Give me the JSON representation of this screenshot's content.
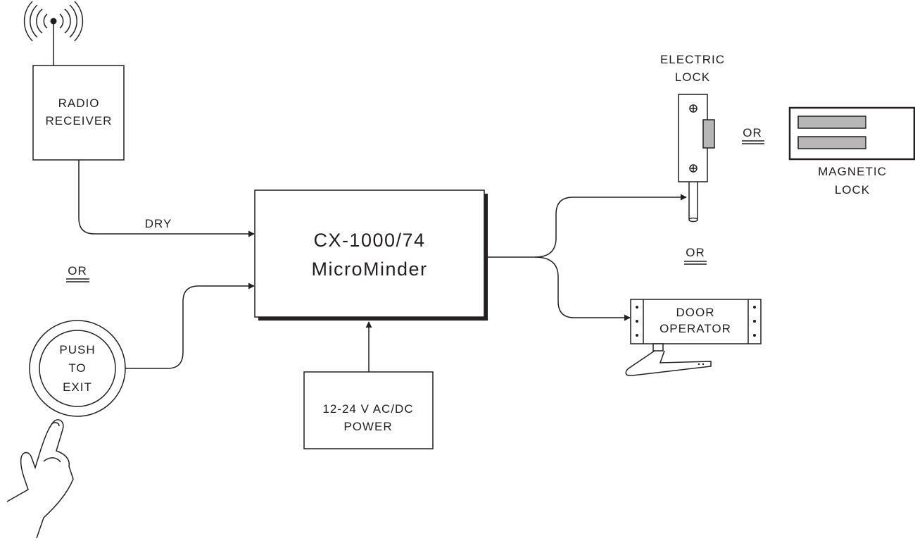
{
  "radio_receiver": {
    "line1": "RADIO",
    "line2": "RECEIVER"
  },
  "dry_label": "DRY",
  "or_left": "OR",
  "push_button": {
    "line1": "PUSH",
    "line2": "TO",
    "line3": "EXIT"
  },
  "controller": {
    "line1": "CX-1000/74",
    "line2": "MicroMinder"
  },
  "power": {
    "line1": "12-24 V AC/DC",
    "line2": "POWER"
  },
  "electric_lock": {
    "line1": "ELECTRIC",
    "line2": "LOCK"
  },
  "or_lock": "OR",
  "magnetic_lock": {
    "line1": "MAGNETIC",
    "line2": "LOCK"
  },
  "or_right": "OR",
  "door_operator": {
    "line1": "DOOR",
    "line2": "OPERATOR"
  }
}
